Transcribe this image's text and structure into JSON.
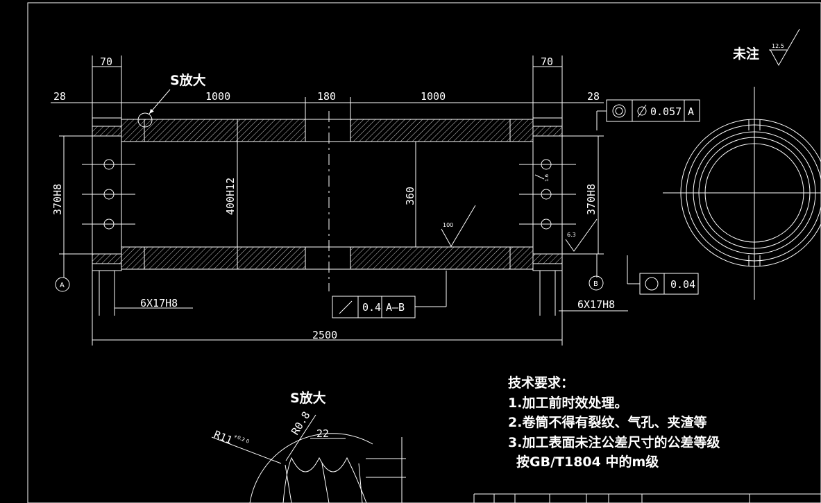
{
  "drawing": {
    "dims": {
      "d70_left": "70",
      "d70_right": "70",
      "d28_left": "28",
      "d28_right": "28",
      "d1000_left": "1000",
      "d180": "180",
      "d1000_right": "1000",
      "d370_left": "370H8",
      "d370_right": "370H8",
      "d400": "400H12",
      "d360": "360",
      "d6x17_left": "6X17H8",
      "d6x17_right": "6X17H8",
      "d2500": "2500",
      "d22": "22",
      "r08": "R0.8",
      "r11": "R11",
      "r11_tol": "+0.2\n0"
    },
    "datums": {
      "a": "A",
      "b": "B"
    },
    "detail_callout": "S放大",
    "tolerances": {
      "top_right": {
        "value": "0.057",
        "datum": "A"
      },
      "runout": {
        "value": "0.4",
        "datum": "A–B"
      },
      "roundness": {
        "value": "0.04"
      }
    },
    "roughness": {
      "unmarked_label": "未注",
      "unmarked_value": "12.5",
      "r100": "100",
      "r63": "6.3",
      "r16": "1.6"
    }
  },
  "detail_view": {
    "title": "S放大"
  },
  "tech_notes": {
    "heading": "技术要求：",
    "lines": [
      "1.加工前时效处理。",
      "2.卷筒不得有裂纹、气孔、夹渣等",
      "3.加工表面未注公差尺寸的公差等级",
      "按GB/T1804 中的m级"
    ]
  }
}
